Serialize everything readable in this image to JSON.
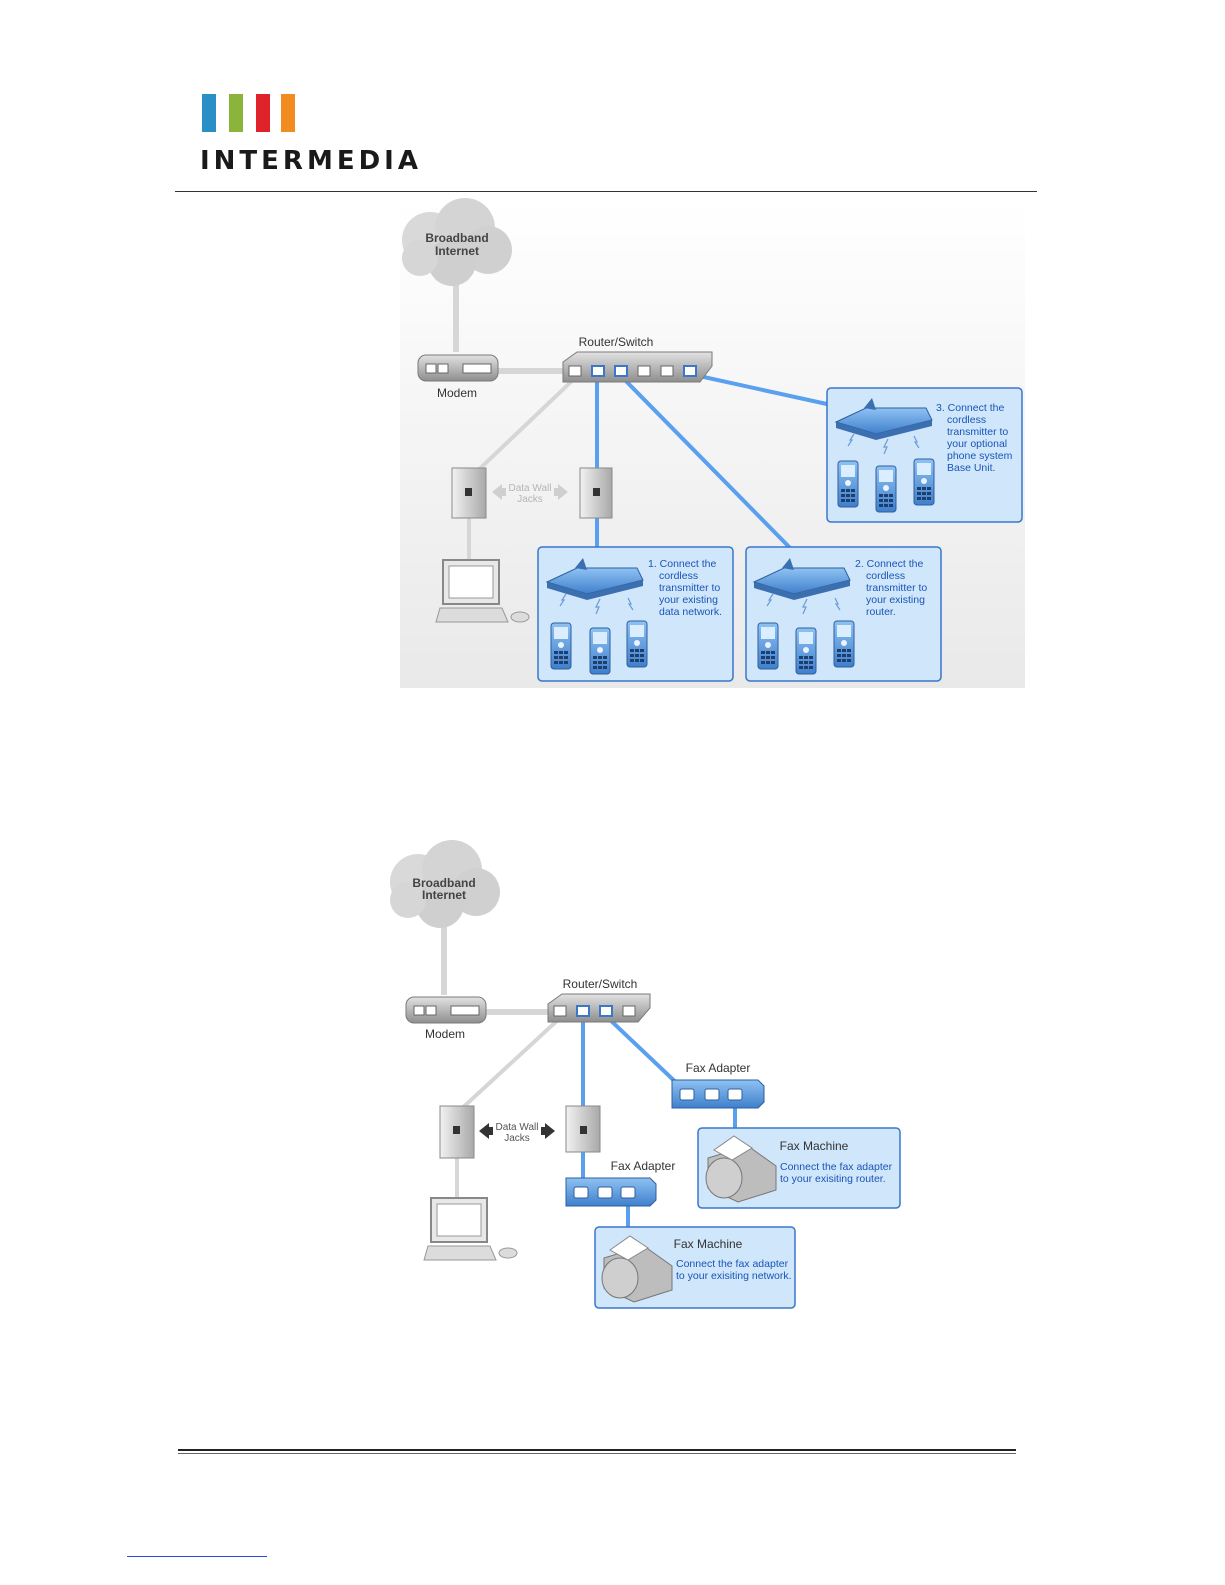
{
  "brand": {
    "name": "INTERMEDIA",
    "bar_colors": [
      "#2a8fc6",
      "#8bb43a",
      "#e0232a",
      "#f28c22"
    ]
  },
  "diagram1": {
    "cloud_line1": "Broadband",
    "cloud_line2": "Internet",
    "modem_label": "Modem",
    "router_label": "Router/Switch",
    "jacks_line1": "Data Wall",
    "jacks_line2": "Jacks",
    "box1_lines": [
      "1. Connect the",
      "cordless",
      "transmitter to",
      "your existing",
      "data network."
    ],
    "box2_lines": [
      "2. Connect the",
      "cordless",
      "transmitter to",
      "your existing",
      "router."
    ],
    "box3_lines": [
      "3. Connect the",
      "cordless",
      "transmitter to",
      "your optional",
      "phone system",
      "Base Unit."
    ]
  },
  "diagram2": {
    "cloud_line1": "Broadband",
    "cloud_line2": "Internet",
    "modem_label": "Modem",
    "router_label": "Router/Switch",
    "jacks_line1": "Data Wall",
    "jacks_line2": "Jacks",
    "fax_adapter_label_a": "Fax Adapter",
    "fax_adapter_label_b": "Fax Adapter",
    "fax_machine_label_a": "Fax Machine",
    "fax_machine_text_a": [
      "Connect the fax adapter",
      "to your exisiting router."
    ],
    "fax_machine_label_b": "Fax Machine",
    "fax_machine_text_b": [
      "Connect the fax adapter",
      "to your exisiting network."
    ]
  },
  "colors": {
    "blue_line": "#5aa0ee",
    "blue_box_fill": "#cfe6fb",
    "blue_box_stroke": "#3a77c9",
    "blue_text": "#1a55b8",
    "grey_device": "#9a9a9a"
  }
}
